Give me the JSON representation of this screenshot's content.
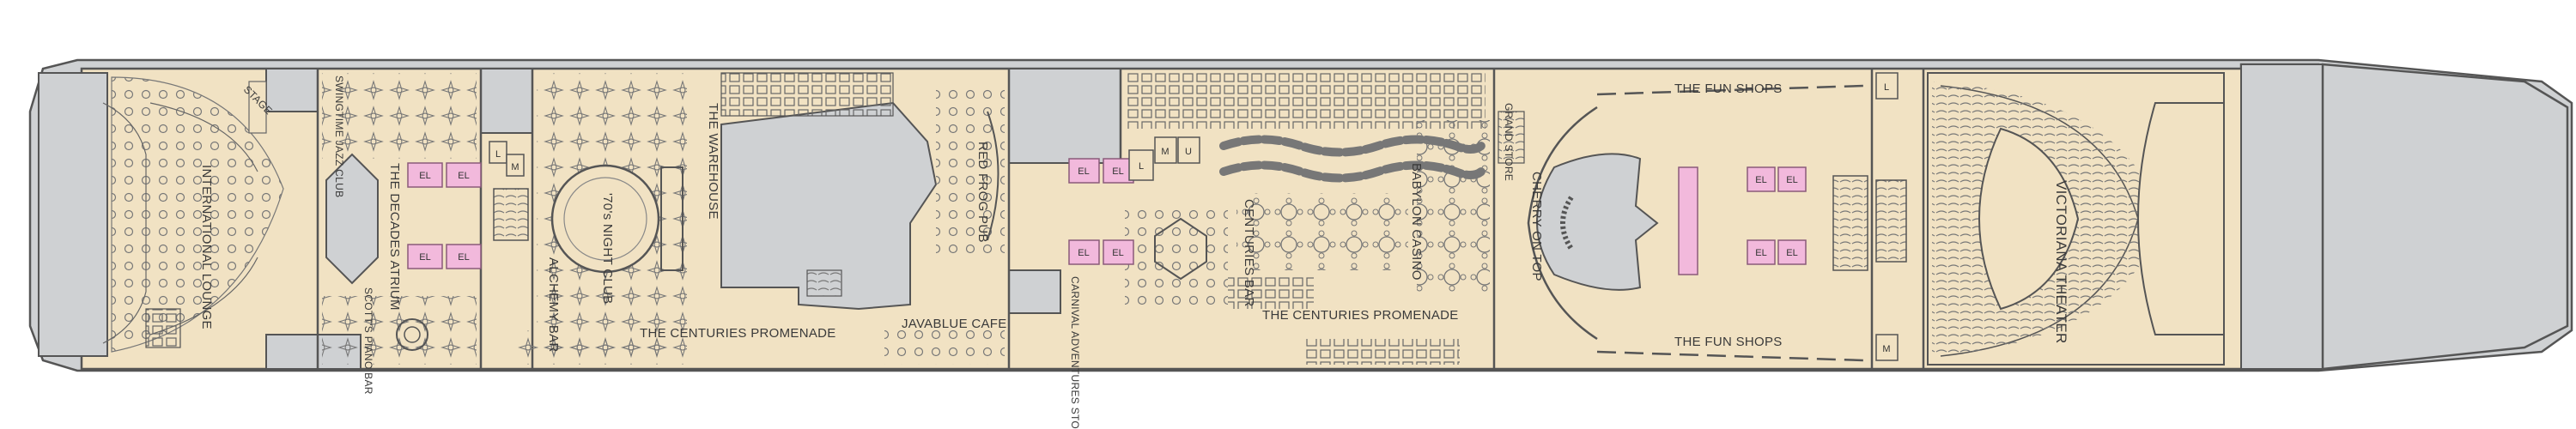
{
  "colors": {
    "deck": "#f1e2c3",
    "void": "#cfd1d3",
    "outline": "#555555",
    "elevator": "#f2b9dc",
    "elevator_border": "#8a5a7a",
    "background": "#ffffff"
  },
  "labels": {
    "international_lounge": "INTERNATIONAL LOUNGE",
    "stage": "STAGE",
    "swingtime_jazz_club": "SWINGTIME JAZZ CLUB",
    "the_decades_atrium": "THE DECADES ATRIUM",
    "scotts_piano_bar": "SCOTT'S PIANO BAR",
    "seventies_night_club": "'70's NIGHT CLUB",
    "alchemy_bar": "ALCHEMY BAR",
    "the_warehouse": "THE WAREHOUSE",
    "red_frog_pub": "RED FROG PUB",
    "centuries_promenade_left": "THE CENTURIES PROMENADE",
    "javablue_cafe": "JAVABLUE CAFE",
    "carnival_adventures_store": "CARNIVAL ADVENTURES STORE",
    "centuries_bar": "CENTURIES BAR",
    "centuries_promenade_right": "THE CENTURIES PROMENADE",
    "babylon_casino": "BABYLON CASINO",
    "cherry_on_top": "CHERRY ON TOP",
    "the_fun_shops_top": "THE FUN SHOPS",
    "the_fun_shops_bottom": "THE FUN SHOPS",
    "victoriana_theater": "VICTORIANA THEATER",
    "small_shop": "GRAND STORE"
  },
  "elevators": {
    "el": "EL"
  },
  "restrooms": {
    "l": "L",
    "m": "M",
    "u": "U"
  }
}
